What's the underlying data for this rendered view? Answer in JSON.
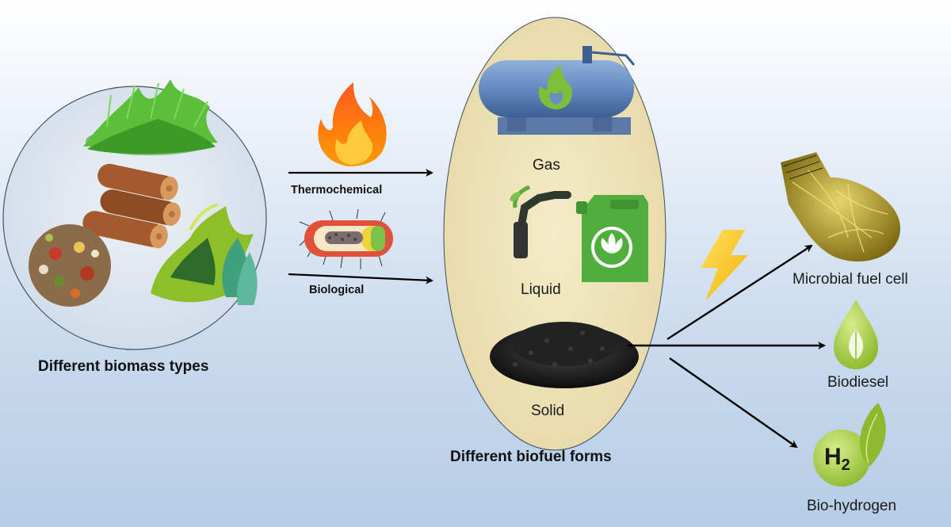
{
  "biomass": {
    "caption": "Different biomass types",
    "items": [
      "grass",
      "wood logs",
      "food waste",
      "algae"
    ]
  },
  "processes": {
    "thermochemical": "Thermochemical",
    "biological": "Biological"
  },
  "biofuel": {
    "caption": "Different biofuel forms",
    "forms": {
      "gas": "Gas",
      "liquid": "Liquid",
      "solid": "Solid"
    }
  },
  "outputs": {
    "microbial_fuel_cell": "Microbial fuel cell",
    "biodiesel": "Biodiesel",
    "bio_hydrogen": "Bio-hydrogen",
    "h2_symbol": "H",
    "h2_subscript": "2"
  },
  "icons": [
    "fire-icon",
    "bacterium-icon",
    "lightning-icon",
    "gas-tank-icon",
    "fuel-pump-icon",
    "jerrycan-icon",
    "biochar-icon",
    "bulb-icon",
    "drop-leaf-icon",
    "h2-icon"
  ],
  "colors": {
    "ellipse_fill": "#eee3b8",
    "circle_fill": "#dde6f0",
    "arrow": "#000000",
    "green_accent": "#5aaa3a",
    "tank_blue": "#6a8ec0"
  }
}
